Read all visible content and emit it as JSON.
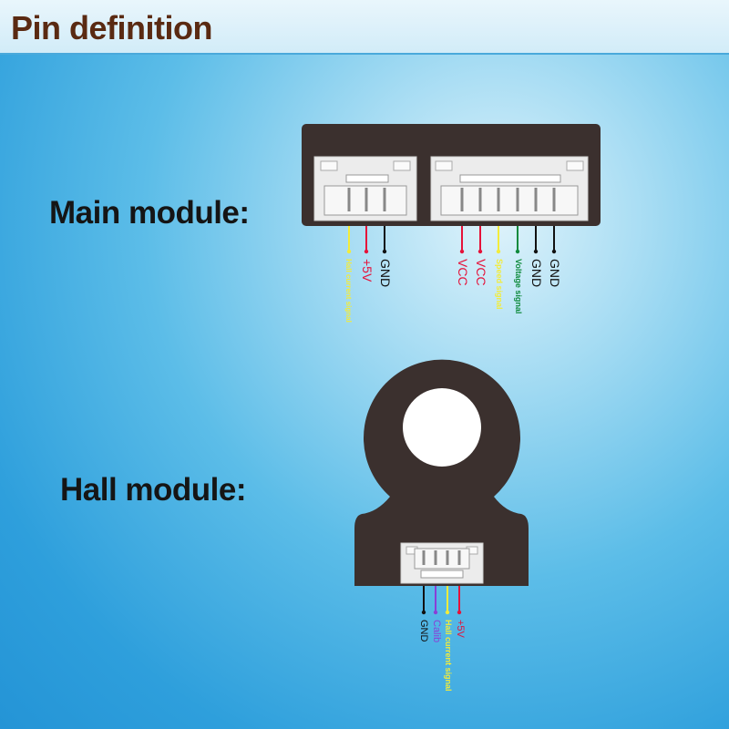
{
  "header": {
    "title": "Pin definition"
  },
  "main_module": {
    "label": "Main module:",
    "connector_left_pins": [
      {
        "text": "Hall current signal",
        "color": "#f3ec3a",
        "style": "small"
      },
      {
        "text": "+5V",
        "color": "#e5123a",
        "style": "large"
      },
      {
        "text": "GND",
        "color": "#111111",
        "style": "large"
      }
    ],
    "connector_right_pins": [
      {
        "text": "VCC",
        "color": "#e5123a",
        "style": "large"
      },
      {
        "text": "VCC",
        "color": "#e5123a",
        "style": "large"
      },
      {
        "text": "Speed signal",
        "color": "#f3ec3a",
        "style": "small"
      },
      {
        "text": "Voltage signal",
        "color": "#0f8a3c",
        "style": "small"
      },
      {
        "text": "GND",
        "color": "#111111",
        "style": "large"
      },
      {
        "text": "GND",
        "color": "#111111",
        "style": "large"
      }
    ]
  },
  "hall_module": {
    "label": "Hall module:",
    "pins": [
      {
        "text": "GND",
        "color": "#111111",
        "style": "mid"
      },
      {
        "text": "Calib",
        "color": "#8a3fd6",
        "style": "mid"
      },
      {
        "text": "Hall current signal",
        "color": "#f3ec3a",
        "style": "small"
      },
      {
        "text": "+5V",
        "color": "#e5123a",
        "style": "mid"
      }
    ]
  }
}
